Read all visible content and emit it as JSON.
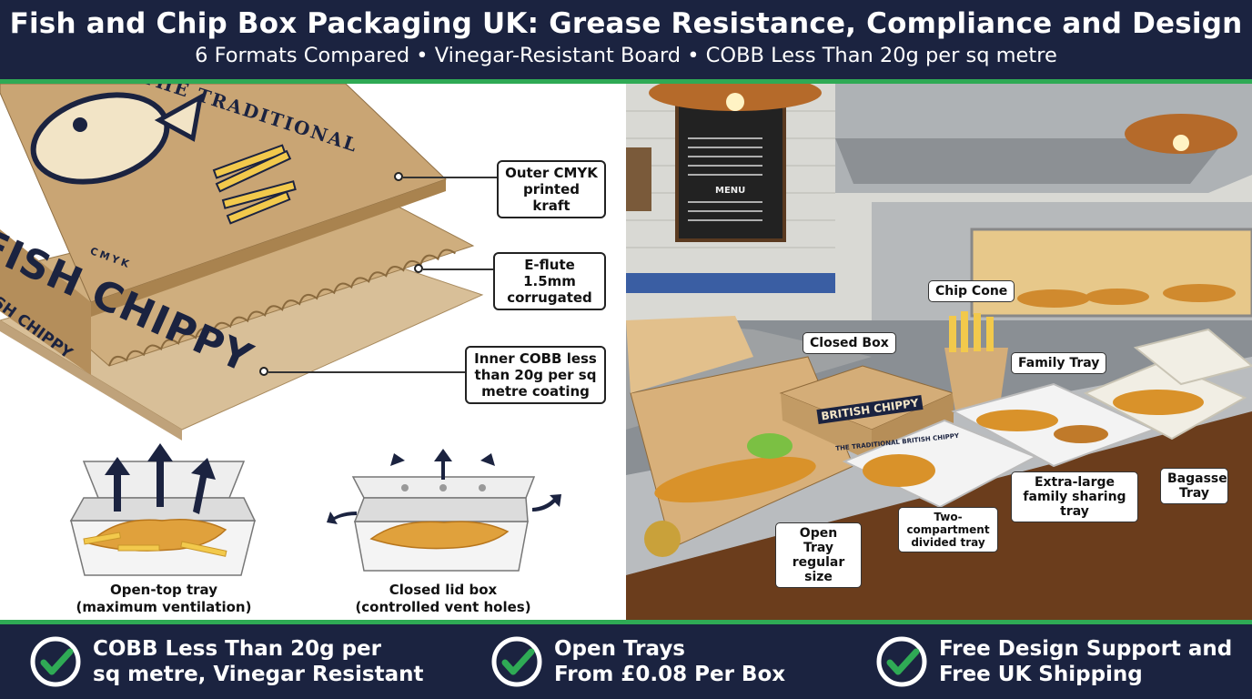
{
  "header": {
    "title": "Fish and Chip Box Packaging UK: Grease Resistance, Compliance and Design",
    "subtitle": "6 Formats Compared • Vinegar-Resistant Board • COBB Less Than 20g per sq metre"
  },
  "layers": {
    "outer": "Outer CMYK printed kraft",
    "flute": "E-flute 1.5mm corrugated",
    "inner": "Inner COBB less than 20g per sq metre coating"
  },
  "box_print": {
    "arc_text": "THE TRADITIONAL",
    "brand": "FISH CHIPPY",
    "side": "SH CHIPPY",
    "cmyk": "CMYK"
  },
  "ventilation": {
    "open": "Open-top tray\n(maximum ventilation)",
    "closed": "Closed lid box\n(controlled vent holes)"
  },
  "scene": {
    "menu_title": "MENU",
    "box_brand": "BRITISH CHIPPY",
    "box_front": "THE TRADITIONAL BRITISH CHIPPY",
    "labels": {
      "chip_cone": "Chip Cone",
      "closed_box": "Closed Box",
      "family_tray": "Family Tray",
      "bagasse": "Bagasse Tray",
      "xl_family": "Extra-large family sharing tray",
      "two_comp": "Two-compartment divided tray",
      "open_tray": "Open Tray regular size"
    }
  },
  "footer": {
    "items": [
      {
        "icon": "check-circle-icon",
        "text": "COBB Less Than 20g per\nsq metre, Vinegar Resistant"
      },
      {
        "icon": "check-circle-icon",
        "text": "Open Trays\nFrom £0.08 Per Box"
      },
      {
        "icon": "check-circle-icon",
        "text": "Free Design Support and\nFree UK Shipping"
      }
    ]
  },
  "colors": {
    "navy": "#1b2340",
    "green": "#2faa55",
    "kraft": "#c9a574"
  }
}
